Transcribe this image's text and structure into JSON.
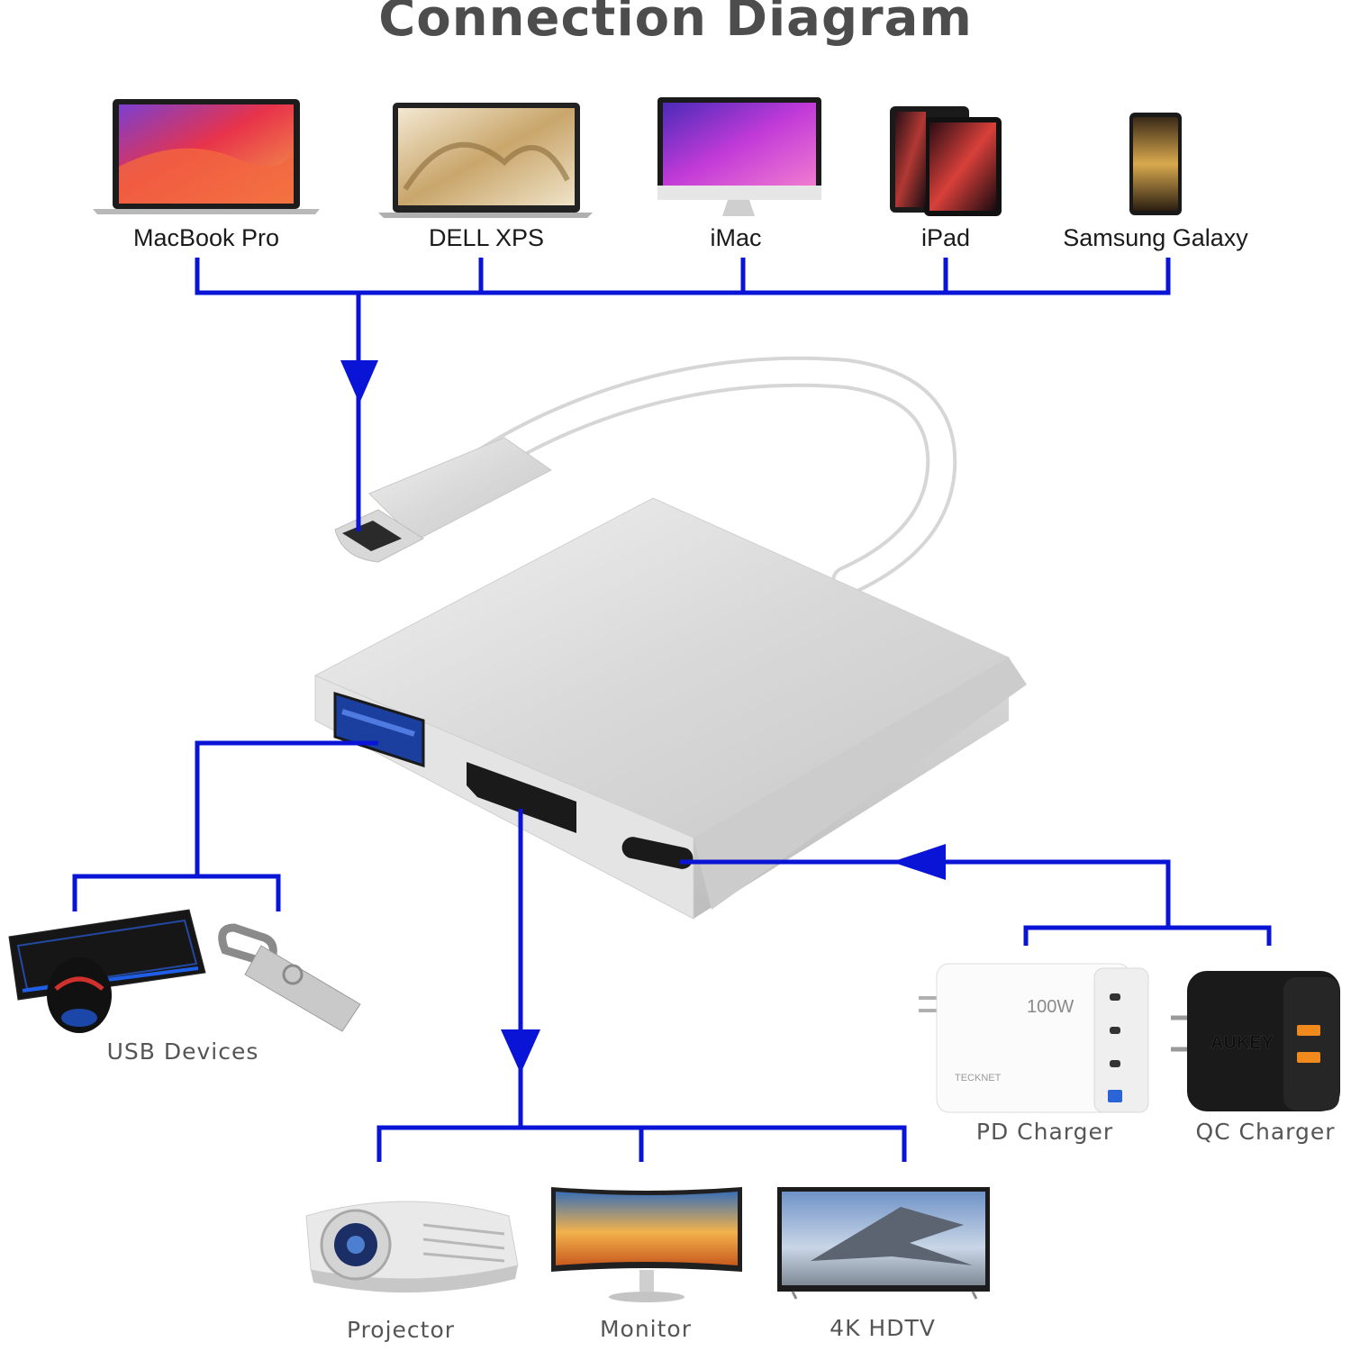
{
  "title": "Connection Diagram",
  "colors": {
    "connector": "#0a14d6",
    "title": "#4d4d4d"
  },
  "sources": [
    {
      "label": "MacBook Pro",
      "icon": "laptop-icon"
    },
    {
      "label": "DELL XPS",
      "icon": "laptop-icon"
    },
    {
      "label": "iMac",
      "icon": "desktop-icon"
    },
    {
      "label": "iPad",
      "icon": "tablet-icon"
    },
    {
      "label": "Samsung Galaxy",
      "icon": "phone-icon"
    }
  ],
  "hub": {
    "icon": "usb-c-hub-icon"
  },
  "usb": {
    "label": "USB Devices",
    "icons": [
      "keyboard-icon",
      "mouse-icon",
      "usb-flash-drive-icon"
    ]
  },
  "chargers": [
    {
      "label": "PD Charger",
      "brand_text": "TECKNET",
      "wattage": "100W",
      "icon": "charger-icon"
    },
    {
      "label": "QC Charger",
      "brand_text": "AUKEY",
      "icon": "charger-icon"
    }
  ],
  "displays": [
    {
      "label": "Projector",
      "icon": "projector-icon"
    },
    {
      "label": "Monitor",
      "icon": "monitor-icon"
    },
    {
      "label": "4K HDTV",
      "icon": "tv-icon"
    }
  ]
}
